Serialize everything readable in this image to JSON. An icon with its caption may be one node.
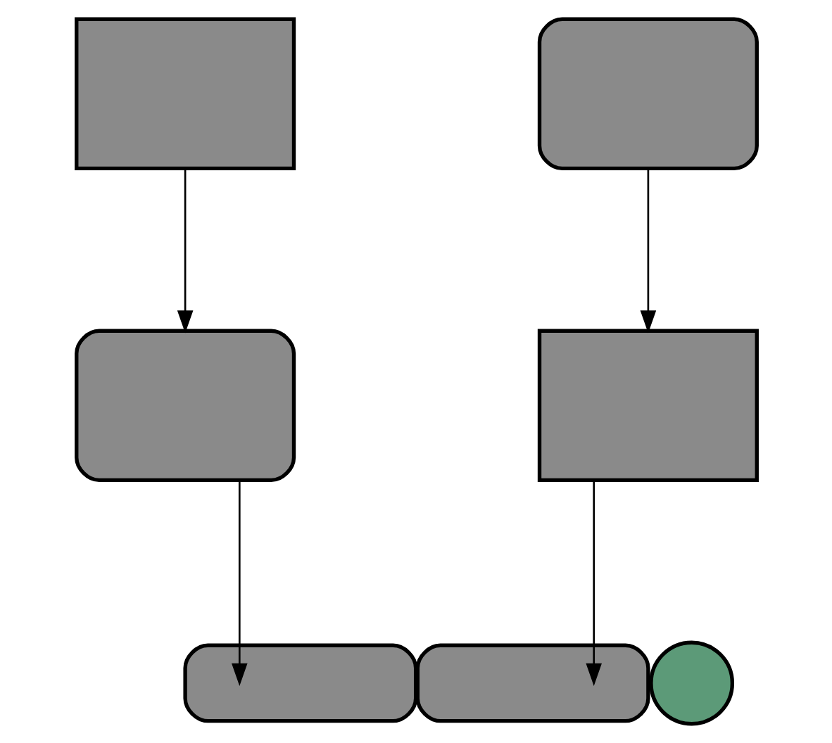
{
  "diagram": {
    "nodes": [
      {
        "text": [],
        "shape": "box"
      },
      {
        "text": [],
        "shape": "cylinder"
      },
      {
        "text": [],
        "shape": "cylinder"
      },
      {
        "text": [],
        "shape": "box"
      },
      {
        "text": [],
        "shape": "capsule"
      },
      {
        "text": [],
        "shape": "circle"
      },
      {
        "text": [],
        "shape": "capsule"
      }
    ],
    "edges": [
      {
        "from": 0,
        "to": 2,
        "arrow": "to"
      },
      {
        "from": 1,
        "to": 3,
        "arrow": "to"
      },
      {
        "from": 2,
        "to": 4,
        "arrow": "to"
      },
      {
        "from": 3,
        "to": 6,
        "arrow": "to"
      }
    ]
  }
}
